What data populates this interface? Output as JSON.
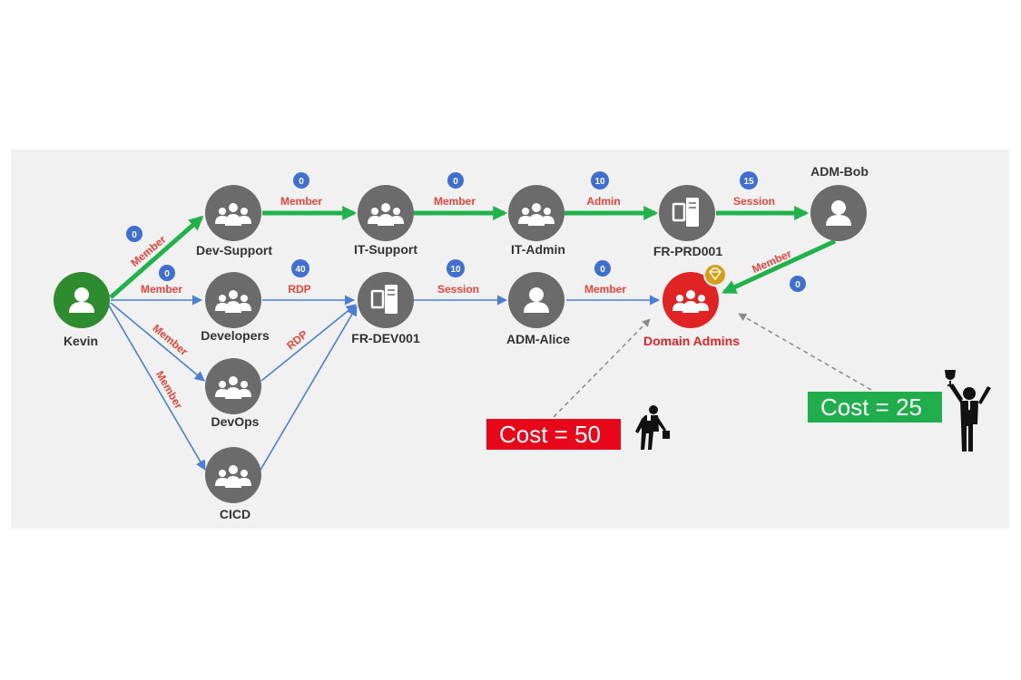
{
  "nodes": {
    "kevin": "Kevin",
    "dev_support": "Dev-Support",
    "developers": "Developers",
    "devops": "DevOps",
    "cicd": "CICD",
    "it_support": "IT-Support",
    "fr_dev001": "FR-DEV001",
    "it_admin": "IT-Admin",
    "adm_alice": "ADM-Alice",
    "fr_prd001": "FR-PRD001",
    "adm_bob": "ADM-Bob",
    "domain_admins": "Domain Admins"
  },
  "edges": {
    "kevin_devsupport": {
      "label": "Member",
      "cost": "0"
    },
    "kevin_developers": {
      "label": "Member",
      "cost": "0"
    },
    "kevin_devops": {
      "label": "Member"
    },
    "kevin_cicd": {
      "label": "Member"
    },
    "devsupport_itsupport": {
      "label": "Member",
      "cost": "0"
    },
    "developers_frdev": {
      "label": "RDP",
      "cost": "40"
    },
    "devops_frdev": {
      "label": "RDP"
    },
    "itsupport_itadmin": {
      "label": "Member",
      "cost": "0"
    },
    "frdev_alice": {
      "label": "Session",
      "cost": "10"
    },
    "itadmin_frprd": {
      "label": "Admin",
      "cost": "10"
    },
    "alice_da": {
      "label": "Member",
      "cost": "0"
    },
    "frprd_bob": {
      "label": "Session",
      "cost": "15"
    },
    "bob_da": {
      "label": "Member",
      "cost": "0"
    }
  },
  "costs": {
    "path_blue": "Cost = 50",
    "path_green": "Cost = 25"
  },
  "colors": {
    "panel_background": "#f1f1f1",
    "node_gray": "#6b6b6b",
    "start_node_green": "#2e8b2e",
    "target_node_red": "#e02424",
    "path_green": "#22b24c",
    "path_blue": "#4a7fd6",
    "edge_label_red": "#e8453c",
    "cost_badge_blue": "#3f6fd1",
    "cost_box_red": "#e8071a",
    "cost_box_green": "#1fae4b",
    "crown_gold": "#d4a017"
  },
  "icons": {
    "user": "user-icon",
    "group": "group-icon",
    "computer": "computer-icon",
    "crown": "crown-gem-icon",
    "sad_person": "sad-person-icon",
    "winner_person": "trophy-person-icon"
  }
}
